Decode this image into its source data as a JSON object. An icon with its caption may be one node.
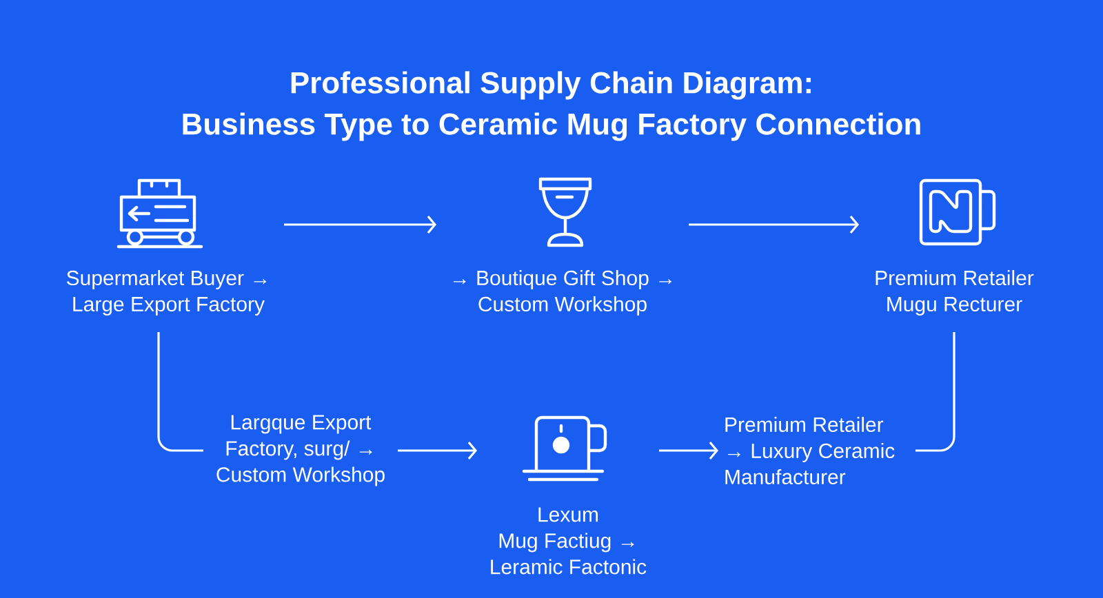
{
  "diagram": {
    "title": "Professional Supply Chain Diagram: Business Type to Ceramic Mug Factory Connection",
    "nodes": [
      {
        "text": [
          "Supermarket Buyer → Large Export Factory"
        ]
      },
      {
        "text": [
          "→ Boutique Gift Shop → Custom Workshop"
        ]
      },
      {
        "text": [
          "Premium Retailer Mugu Recturer"
        ]
      },
      {
        "text": [
          "Largque Export Factory, surg/ → Custom Workshop"
        ]
      },
      {
        "text": [
          "Lexum Mug Factiug → Leramic Factonic"
        ]
      },
      {
        "text": [
          "Premium Retailer → Luxury Ceramic Manufacturer"
        ]
      }
    ],
    "edges": [
      {
        "from": 0,
        "to": 1,
        "arrow": "to"
      },
      {
        "from": 1,
        "to": 2,
        "arrow": "to"
      },
      {
        "from": 0,
        "to": 3,
        "arrow": "none"
      },
      {
        "from": 3,
        "to": 4,
        "arrow": "to"
      },
      {
        "from": 4,
        "to": 5,
        "arrow": "to"
      },
      {
        "from": 2,
        "to": 5,
        "arrow": "none"
      }
    ]
  }
}
